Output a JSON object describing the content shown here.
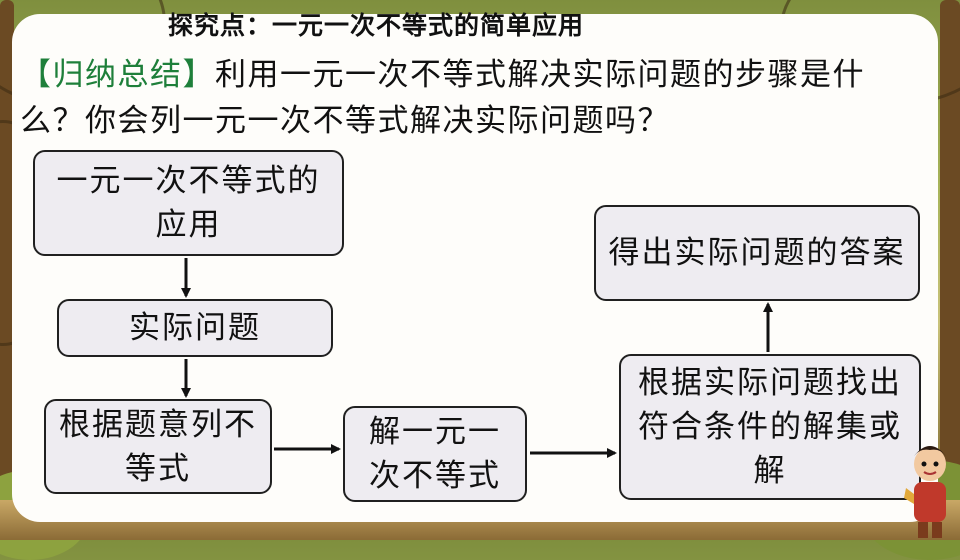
{
  "slide": {
    "heading": "探究点：一元一次不等式的简单应用",
    "question_tag": "【归纳总结】",
    "question_text": "利用一元一次不等式解决实际问题的步骤是什么？你会列一元一次不等式解决实际问题吗？"
  },
  "flowchart": {
    "box_application": "一元一次不等式的应用",
    "box_real_problem": "实际问题",
    "box_set_up": "根据题意列不等式",
    "box_solve": "解一元一次不等式",
    "box_find_solution": "根据实际问题找出符合条件的解集或解",
    "box_answer": "得出实际问题的答案"
  },
  "colors": {
    "tag_green": "#1e7f3a",
    "box_fill": "#eeecf1",
    "card_bg": "#fefdfa"
  }
}
